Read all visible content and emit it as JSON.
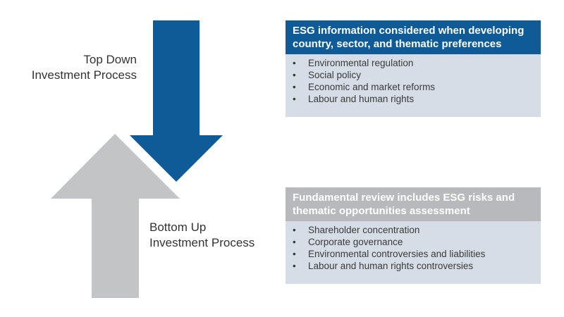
{
  "top_down": {
    "label_lines": [
      "Top Down",
      "Investment Process"
    ],
    "arrow_color": "#0e5b97",
    "box": {
      "header_lines": [
        "ESG information considered when developing",
        "country, sector, and thematic preferences"
      ],
      "header_color": "#0e5b97",
      "items": [
        "Environmental regulation",
        "Social policy",
        "Economic and market reforms",
        "Labour and human rights"
      ]
    }
  },
  "bottom_up": {
    "label_lines": [
      "Bottom Up",
      "Investment Process"
    ],
    "arrow_color": "#c2c4c6",
    "box": {
      "header_lines": [
        "Fundamental review includes ESG risks and",
        "thematic opportunities assessment"
      ],
      "header_color": "#b7b9bc",
      "items": [
        "Shareholder concentration",
        "Corporate governance",
        "Environmental controversies and liabilities",
        "Labour and human rights controversies"
      ]
    }
  },
  "box_background": "#d6dde6",
  "bullet_glyph": "•"
}
